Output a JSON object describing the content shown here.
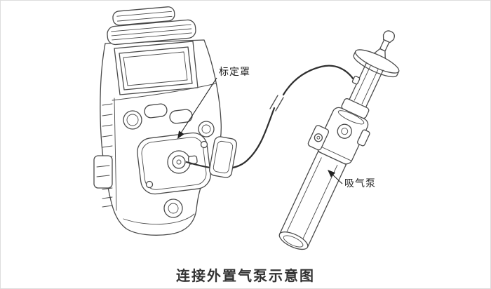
{
  "diagram": {
    "type": "technical-illustration",
    "caption": "连接外置气泵示意图",
    "labels": {
      "calibration_cap": "标定罩",
      "suction_pump": "吸气泵"
    },
    "parts": [
      "gas-detector",
      "calibration-cap-port",
      "connecting-tube",
      "tube-break-mark",
      "suction-pump"
    ],
    "colors": {
      "line": "#4a4a4a",
      "tube": "#2f2f2f",
      "text": "#222222",
      "caption_text": "#333333",
      "background": "#ffffff",
      "border": "#dddddd"
    }
  }
}
